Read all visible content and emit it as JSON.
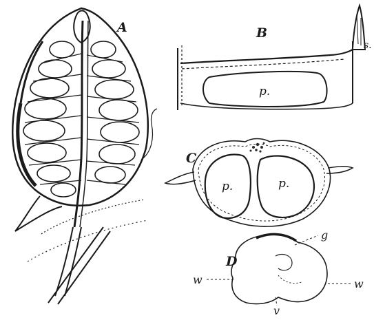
{
  "labels": {
    "panel_a": "A",
    "panel_b": "B",
    "panel_c": "C",
    "panel_d": "D",
    "s": "s.",
    "p_b": "p.",
    "p_c_left": "p.",
    "p_c_right": "p.",
    "g": "g",
    "w_left": "w",
    "w_right": "w",
    "v": "v"
  },
  "colors": {
    "ink": "#1a1a1a",
    "paper": "#ffffff"
  }
}
